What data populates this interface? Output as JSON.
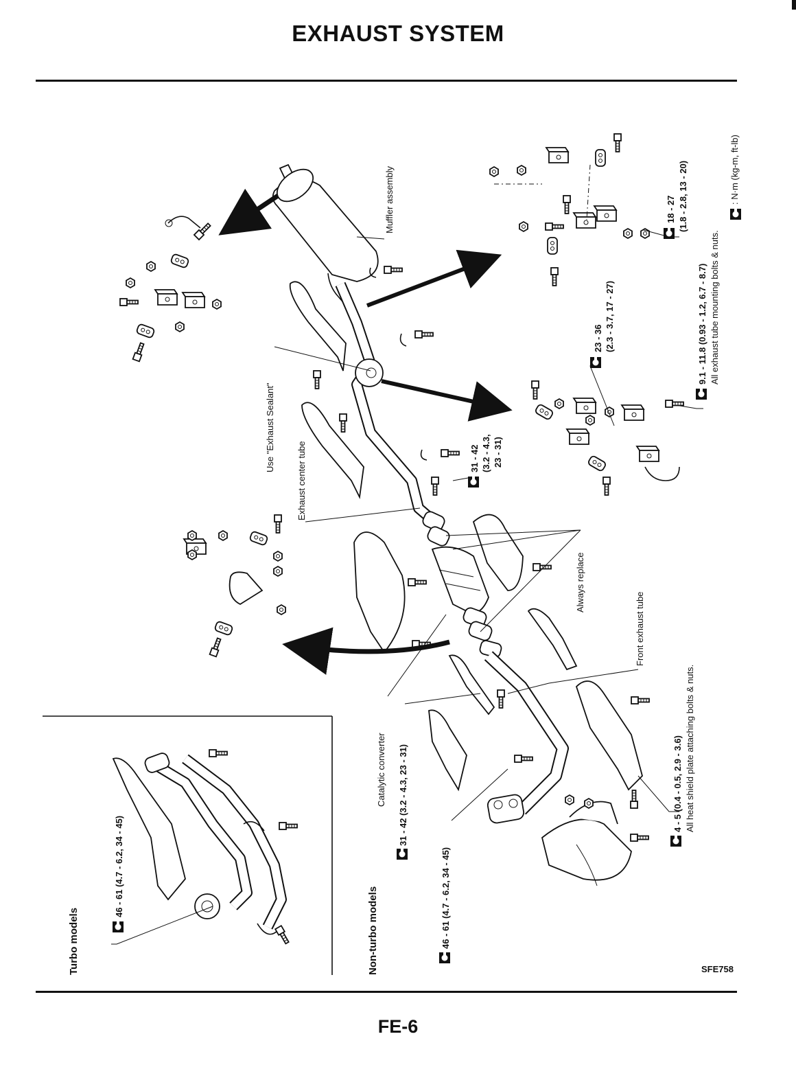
{
  "page": {
    "title": "EXHAUST SYSTEM",
    "page_number": "FE-6",
    "figure_code": "SFE758"
  },
  "labels": {
    "muffler": "Muffler assembly",
    "sealant": "Use \"Exhaust Sealant\"",
    "center_tube": "Exhaust center tube",
    "always_replace": "Always replace",
    "front_tube": "Front exhaust tube",
    "catalytic": "Catalytic converter",
    "turbo": "Turbo models",
    "non_turbo": "Non-turbo models"
  },
  "torques": {
    "t_18_27_a": "18 - 27",
    "t_18_27_b": "(1.8 - 2.8, 13 - 20)",
    "t_91_a": "9.1 - 11.8 (0.93 - 1.2, 6.7 - 8.7)",
    "t_91_b": "All exhaust tube mounting bolts & nuts.",
    "unit": ": N·m (kg-m, ft-lb)",
    "t_23_36_a": "23 - 36",
    "t_23_36_b": "(2.3 - 3.7, 17 - 27)",
    "t_31_42_a": "31 - 42",
    "t_31_42_b": "(3.2 - 4.3,",
    "t_31_42_c": "23 - 31)",
    "t_31_42_full": "31 - 42 (3.2 - 4.3, 23 - 31)",
    "t_46_61": "46 - 61 (4.7 - 6.2, 34 - 45)",
    "t_4_5_a": "4 - 5 (0.4 - 0.5, 2.9 - 3.6)",
    "t_4_5_b": "All heat shield plate attaching bolts & nuts.",
    "t_46_61_turbo": "46 - 61 (4.7 - 6.2, 34 - 45)"
  }
}
